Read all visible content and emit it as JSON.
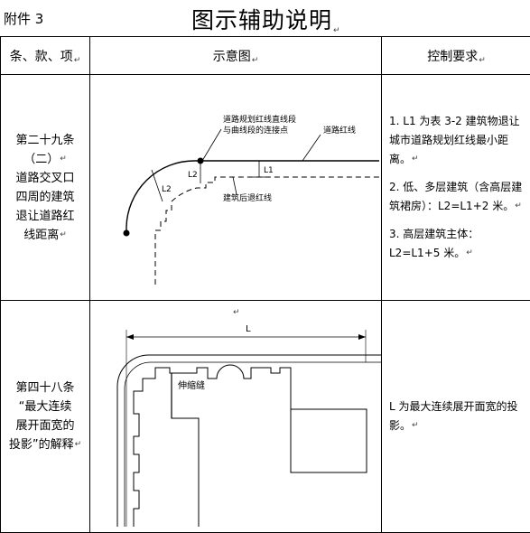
{
  "header": {
    "attachment": "附件 3",
    "title": "图示辅助说明"
  },
  "table": {
    "headers": [
      "条、款、项",
      "示意图",
      "控制要求"
    ]
  },
  "row1": {
    "clause_lines": [
      "第二十九条",
      "（二）",
      "道路交叉口",
      "四周的建筑",
      "退让道路红",
      "线距离"
    ],
    "diagram": {
      "label_tangent": [
        "道路规划红线直线段",
        "与曲线段的连接点"
      ],
      "label_red_line": "道路红线",
      "label_setback": "建筑后退红线",
      "label_L1": "L1",
      "label_L2_a": "L2",
      "label_L2_b": "L2"
    },
    "requirements": [
      "1. L1 为表 3-2 建筑物退让城市道路规划红线最小距离。",
      "2. 低、多层建筑（含高层建筑裙房）：L2=L1+2 米。",
      "3. 高层建筑主体：L2=L1+5 米。"
    ]
  },
  "row2": {
    "clause_lines": [
      "第四十八条",
      "“最大连续",
      "展开面宽的",
      "投影”的解释"
    ],
    "diagram": {
      "label_L": "L",
      "label_joint": "伸缩缝"
    },
    "requirements": [
      "L 为最大连续展开面宽的投影。"
    ]
  }
}
